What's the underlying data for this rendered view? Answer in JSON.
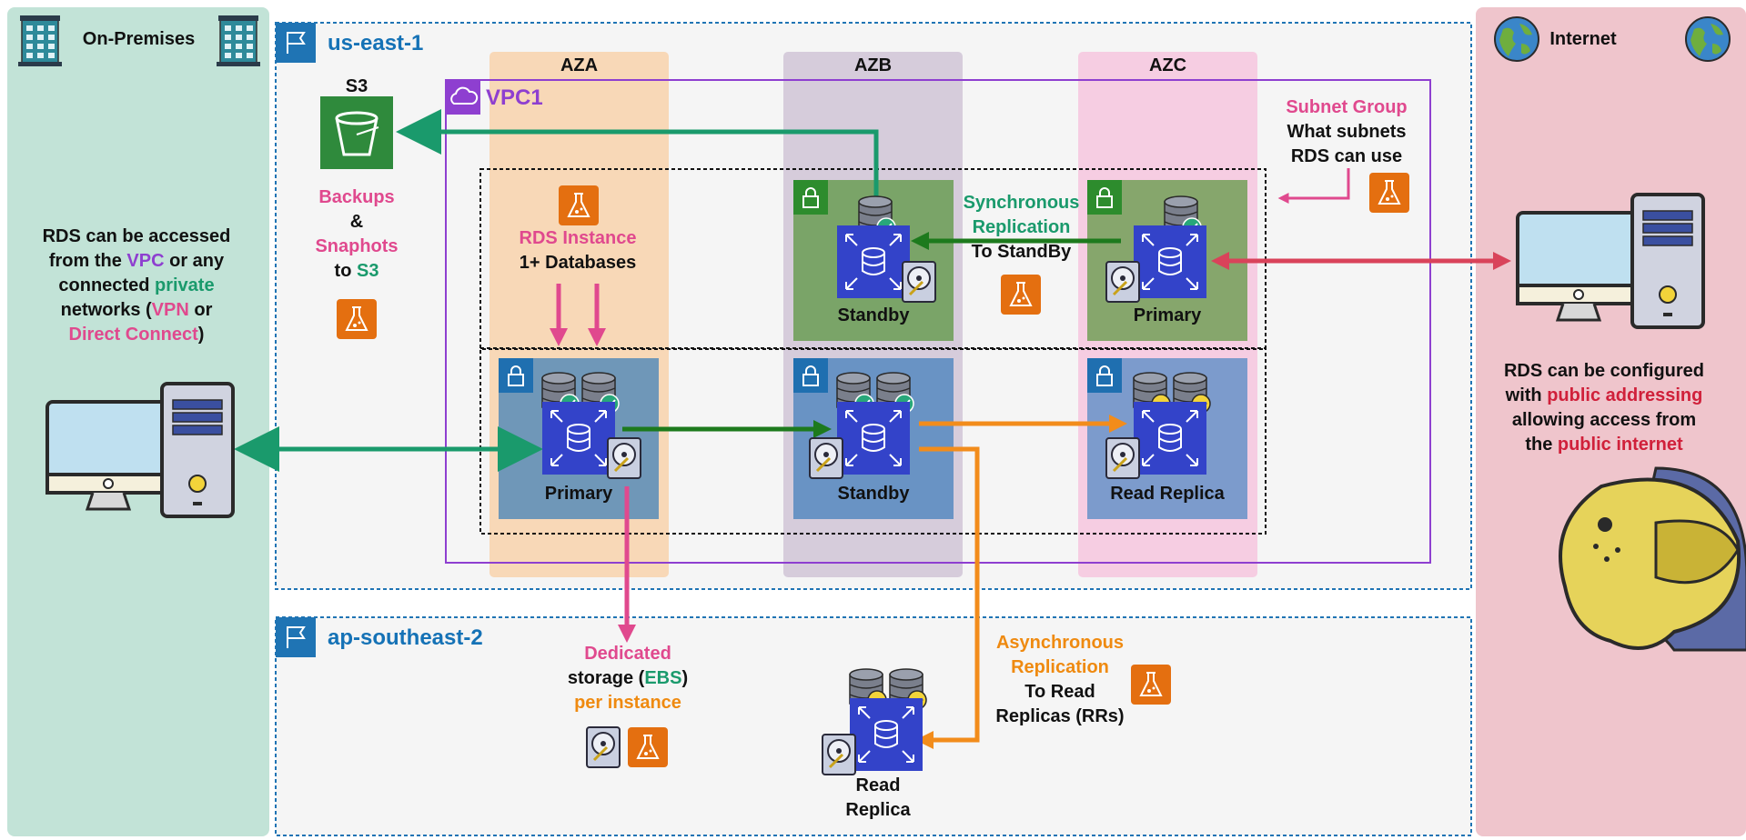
{
  "colors": {
    "onprem_bg": "#c2e3d7",
    "internet_bg": "#efc5cc",
    "region_border": "#1f74b4",
    "vpc_border": "#8e3fd0",
    "aza_bg": "#f8d8b7",
    "azb_bg": "#d6ccdb",
    "azc_bg": "#f6cde2",
    "green_arrow": "#1a9a6c",
    "darkgreen_arrow": "#1d7a1d",
    "pink_arrow": "#e0498e",
    "orange_arrow": "#f28c1b",
    "red_arrow": "#d9435a",
    "rds_blue": "#3343c9"
  },
  "onprem": {
    "title": "On-Premises",
    "desc": [
      [
        {
          "text": "RDS can be accessed",
          "tone": "black"
        }
      ],
      [
        {
          "text": "from the ",
          "tone": "black"
        },
        {
          "text": "VPC",
          "tone": "purple"
        },
        {
          "text": " or any",
          "tone": "black"
        }
      ],
      [
        {
          "text": "connected ",
          "tone": "black"
        },
        {
          "text": "private",
          "tone": "green"
        }
      ],
      [
        {
          "text": "networks (",
          "tone": "black"
        },
        {
          "text": "VPN",
          "tone": "pink"
        },
        {
          "text": " or",
          "tone": "black"
        }
      ],
      [
        {
          "text": "Direct Connect",
          "tone": "pink"
        },
        {
          "text": ")",
          "tone": "black"
        }
      ]
    ]
  },
  "internet": {
    "title": "Internet",
    "desc": [
      [
        {
          "text": "RDS can be configured",
          "tone": "black"
        }
      ],
      [
        {
          "text": "with ",
          "tone": "black"
        },
        {
          "text": "public addressing",
          "tone": "red"
        }
      ],
      [
        {
          "text": "allowing access from",
          "tone": "black"
        }
      ],
      [
        {
          "text": "the ",
          "tone": "black"
        },
        {
          "text": "public internet",
          "tone": "red"
        }
      ]
    ]
  },
  "regions": {
    "primary": "us-east-1",
    "secondary": "ap-southeast-2"
  },
  "vpc": {
    "label": "VPC1"
  },
  "azs": [
    "AZA",
    "AZB",
    "AZC"
  ],
  "s3": {
    "label": "S3",
    "desc": [
      [
        {
          "text": "Backups",
          "tone": "pink"
        }
      ],
      [
        {
          "text": "&",
          "tone": "black"
        }
      ],
      [
        {
          "text": "Snaphots",
          "tone": "pink"
        }
      ],
      [
        {
          "text": "to ",
          "tone": "black"
        },
        {
          "text": "S3",
          "tone": "green"
        }
      ]
    ]
  },
  "rds_instance_note": [
    [
      {
        "text": "RDS Instance",
        "tone": "pink"
      }
    ],
    [
      {
        "text": "1+ Databases",
        "tone": "black"
      }
    ]
  ],
  "subnet_group_note": [
    [
      {
        "text": "Subnet Group",
        "tone": "pink"
      }
    ],
    [
      {
        "text": "What subnets",
        "tone": "black"
      }
    ],
    [
      {
        "text": "RDS can use",
        "tone": "black"
      }
    ]
  ],
  "sync_note": [
    [
      {
        "text": "Synchronous",
        "tone": "green"
      }
    ],
    [
      {
        "text": "Replication",
        "tone": "green"
      }
    ],
    [
      {
        "text": "To StandBy",
        "tone": "black"
      }
    ]
  ],
  "async_note": [
    [
      {
        "text": "Asynchronous",
        "tone": "orange"
      }
    ],
    [
      {
        "text": "Replication",
        "tone": "orange"
      }
    ],
    [
      {
        "text": "To Read",
        "tone": "black"
      }
    ],
    [
      {
        "text": "Replicas (RRs)",
        "tone": "black"
      }
    ]
  ],
  "storage_note": [
    [
      {
        "text": "Dedicated",
        "tone": "pink"
      }
    ],
    [
      {
        "text": "storage (",
        "tone": "black"
      },
      {
        "text": "EBS",
        "tone": "green"
      },
      {
        "text": ")",
        "tone": "black"
      }
    ],
    [
      {
        "text": "per instance",
        "tone": "orange"
      }
    ]
  ],
  "instances": {
    "azb_top": "Standby",
    "azc_top": "Primary",
    "aza_bottom": "Primary",
    "azb_bottom": "Standby",
    "azc_bottom": "Read Replica",
    "remote_rr": [
      "Read",
      "Replica"
    ]
  },
  "icons": {
    "building": "building-icon",
    "globe": "globe-icon",
    "region_flag": "flag-icon",
    "vpc": "vpc-cloud-icon",
    "s3_bucket": "s3-bucket-icon",
    "rds": "rds-instance-icon",
    "db_stack": "database-stack-icon",
    "ebs_disk": "ebs-disk-icon",
    "flask": "flask-icon",
    "lock": "subnet-lock-icon",
    "computer": "desktop-computer-icon",
    "mascot": "octopus-mascot"
  }
}
